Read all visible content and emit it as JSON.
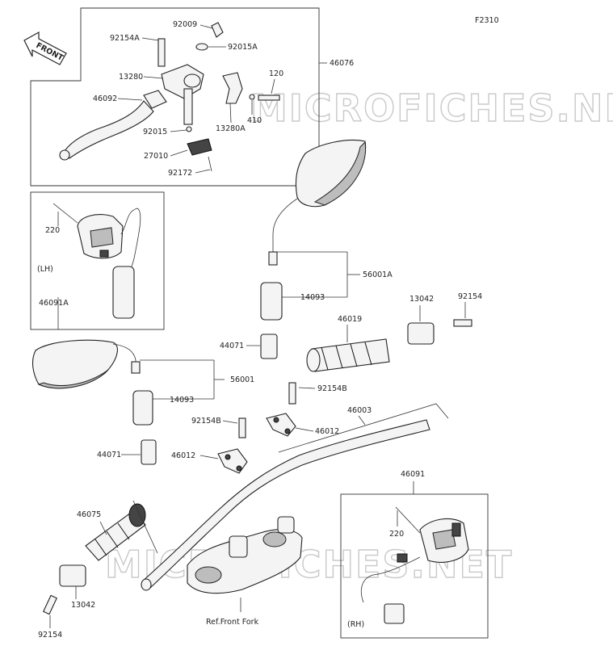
{
  "figure_code": "F2310",
  "watermark": "MICROFICHES.NET",
  "front_label": "FRONT",
  "side_labels": {
    "lh": "(LH)",
    "rh": "(RH)"
  },
  "reference": "Ref.Front Fork",
  "callouts": {
    "c92009": "92009",
    "c92154A": "92154A",
    "c92015A": "92015A",
    "c46076": "46076",
    "c13280": "13280",
    "c120": "120",
    "c46092": "46092",
    "c410": "410",
    "c92015": "92015",
    "c13280A": "13280A",
    "c27010": "27010",
    "c92172": "92172",
    "c220_lh": "220",
    "c46091A": "46091A",
    "c56001A": "56001A",
    "c14093_a": "14093",
    "c13042_a": "13042",
    "c92154_a": "92154",
    "c46019": "46019",
    "c44071_a": "44071",
    "c56001": "56001",
    "c14093_b": "14093",
    "c92154B_a": "92154B",
    "c46003": "46003",
    "c92154B_b": "92154B",
    "c46012_a": "46012",
    "c44071_b": "44071",
    "c46012_b": "46012",
    "c46075": "46075",
    "c46091": "46091",
    "c220_rh": "220",
    "c13042_b": "13042",
    "c92154_b": "92154"
  }
}
